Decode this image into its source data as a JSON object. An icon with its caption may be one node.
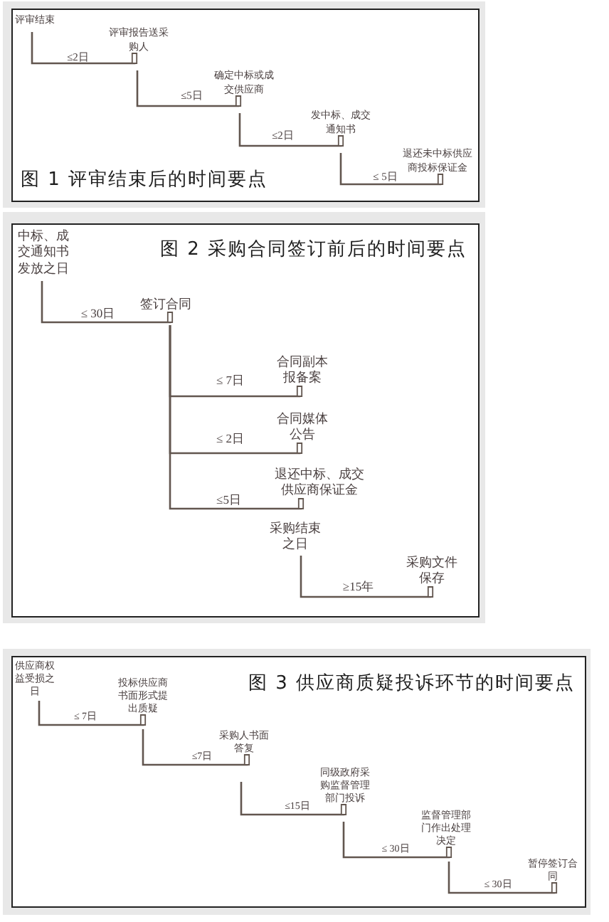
{
  "diagram": {
    "nodes": [
      {
        "text": [
          "图 1 评审结束后的时间要点"
        ]
      },
      {
        "text": [
          "评审结束"
        ],
        "in": 0
      },
      {
        "text": [
          "评审报告送采购人"
        ],
        "in": 0
      },
      {
        "text": [
          "确定中标或成交供应商"
        ],
        "in": 0
      },
      {
        "text": [
          "发中标、成交通知书"
        ],
        "in": 0
      },
      {
        "text": [
          "退还未中标供应商投标保证金"
        ],
        "in": 0
      },
      {
        "text": [
          "图 2 采购合同签订前后的时间要点"
        ]
      },
      {
        "text": [
          "中标、成交通知书发放之日"
        ],
        "in": 6
      },
      {
        "text": [
          "签订合同"
        ],
        "in": 6
      },
      {
        "text": [
          "合同副本报备案"
        ],
        "in": 6
      },
      {
        "text": [
          "合同媒体公告"
        ],
        "in": 6
      },
      {
        "text": [
          "退还中标、成交供应商保证金"
        ],
        "in": 6
      },
      {
        "text": [
          "采购结束之日"
        ],
        "in": 6
      },
      {
        "text": [
          "采购文件保存"
        ],
        "in": 6
      },
      {
        "text": [
          "图 3 供应商质疑投诉环节的时间要点"
        ]
      },
      {
        "text": [
          "供应商权益受损之日"
        ],
        "in": 14
      },
      {
        "text": [
          "投标供应商书面形式提出质疑"
        ],
        "in": 14
      },
      {
        "text": [
          "采购人书面答复"
        ],
        "in": 14
      },
      {
        "text": [
          "同级政府采购监督管理部门投诉"
        ],
        "in": 14
      },
      {
        "text": [
          "监督管理部门作出处理决定"
        ],
        "in": 14
      },
      {
        "text": [
          "暂停签订合同"
        ],
        "in": 14
      }
    ],
    "edges": [
      {
        "from": 1,
        "to": 2,
        "arrow": "other",
        "label": "≤2日"
      },
      {
        "from": 2,
        "to": 3,
        "arrow": "other",
        "label": "≤5日"
      },
      {
        "from": 3,
        "to": 4,
        "arrow": "other",
        "label": "≤2日"
      },
      {
        "from": 4,
        "to": 5,
        "arrow": "other",
        "label": "≤ 5日"
      },
      {
        "from": 7,
        "to": 8,
        "arrow": "other",
        "label": "≤ 30日"
      },
      {
        "from": 8,
        "to": 9,
        "arrow": "other",
        "label": "≤ 7日"
      },
      {
        "from": 8,
        "to": 10,
        "arrow": "other",
        "label": "≤ 2日"
      },
      {
        "from": 8,
        "to": 11,
        "arrow": "other",
        "label": "≤5日"
      },
      {
        "from": 12,
        "to": 13,
        "arrow": "other",
        "label": "≥15年"
      },
      {
        "from": 15,
        "to": 16,
        "arrow": "other",
        "label": "≤ 7日"
      },
      {
        "from": 16,
        "to": 17,
        "arrow": "other",
        "label": "≤7日"
      },
      {
        "from": 17,
        "to": 18,
        "arrow": "other",
        "label": "≤15日"
      },
      {
        "from": 18,
        "to": 19,
        "arrow": "other",
        "label": "≤ 30日"
      },
      {
        "from": 19,
        "to": 20,
        "arrow": "other",
        "label": "≤ 30日"
      }
    ]
  }
}
